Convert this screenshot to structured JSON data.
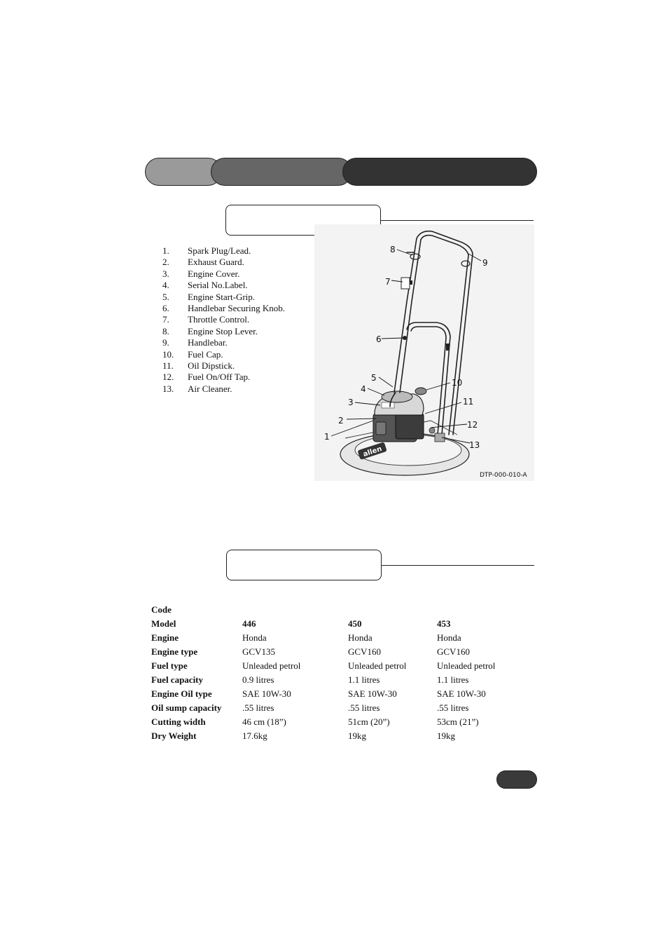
{
  "parts_list": [
    {
      "num": "1.",
      "label": "Spark Plug/Lead."
    },
    {
      "num": "2.",
      "label": "Exhaust Guard."
    },
    {
      "num": "3.",
      "label": "Engine Cover."
    },
    {
      "num": "4.",
      "label": "Serial No.Label."
    },
    {
      "num": "5.",
      "label": "Engine Start-Grip."
    },
    {
      "num": "6.",
      "label": "Handlebar Securing Knob."
    },
    {
      "num": "7.",
      "label": "Throttle Control."
    },
    {
      "num": "8.",
      "label": "Engine Stop Lever."
    },
    {
      "num": "9.",
      "label": "Handlebar."
    },
    {
      "num": "10.",
      "label": "Fuel Cap."
    },
    {
      "num": "11.",
      "label": "Oil Dipstick."
    },
    {
      "num": "12.",
      "label": "Fuel On/Off Tap."
    },
    {
      "num": "13.",
      "label": "Air Cleaner."
    }
  ],
  "diagram": {
    "callouts": [
      "1",
      "2",
      "3",
      "4",
      "5",
      "6",
      "7",
      "8",
      "9",
      "10",
      "11",
      "12",
      "13"
    ],
    "reference": "DTP-000-010-A",
    "brand_mark": "allen"
  },
  "spec_table": {
    "rows": [
      {
        "label": "Code",
        "values": [
          "",
          "",
          ""
        ]
      },
      {
        "label": "Model",
        "values": [
          "446",
          "450",
          "453"
        ]
      },
      {
        "label": "Engine",
        "values": [
          "Honda",
          "Honda",
          "Honda"
        ]
      },
      {
        "label": "Engine type",
        "values": [
          "GCV135",
          "GCV160",
          "GCV160"
        ]
      },
      {
        "label": "Fuel type",
        "values": [
          "Unleaded petrol",
          "Unleaded petrol",
          "Unleaded petrol"
        ]
      },
      {
        "label": "Fuel capacity",
        "values": [
          "0.9 litres",
          "1.1 litres",
          "1.1 litres"
        ]
      },
      {
        "label": "Engine Oil type",
        "values": [
          "SAE 10W-30",
          "SAE 10W-30",
          "SAE 10W-30"
        ]
      },
      {
        "label": "Oil sump capacity",
        "values": [
          ".55 litres",
          ".55 litres",
          ".55 litres"
        ]
      },
      {
        "label": "Cutting width",
        "values": [
          "46 cm (18”)",
          "51cm (20”)",
          "53cm (21”)"
        ]
      },
      {
        "label": "Dry Weight",
        "values": [
          "17.6kg",
          "19kg",
          "19kg"
        ]
      }
    ]
  },
  "colors": {
    "tab_light": "#9a9a9a",
    "tab_mid": "#666666",
    "tab_dark": "#333333",
    "page_tab": "#3a3a3a"
  }
}
